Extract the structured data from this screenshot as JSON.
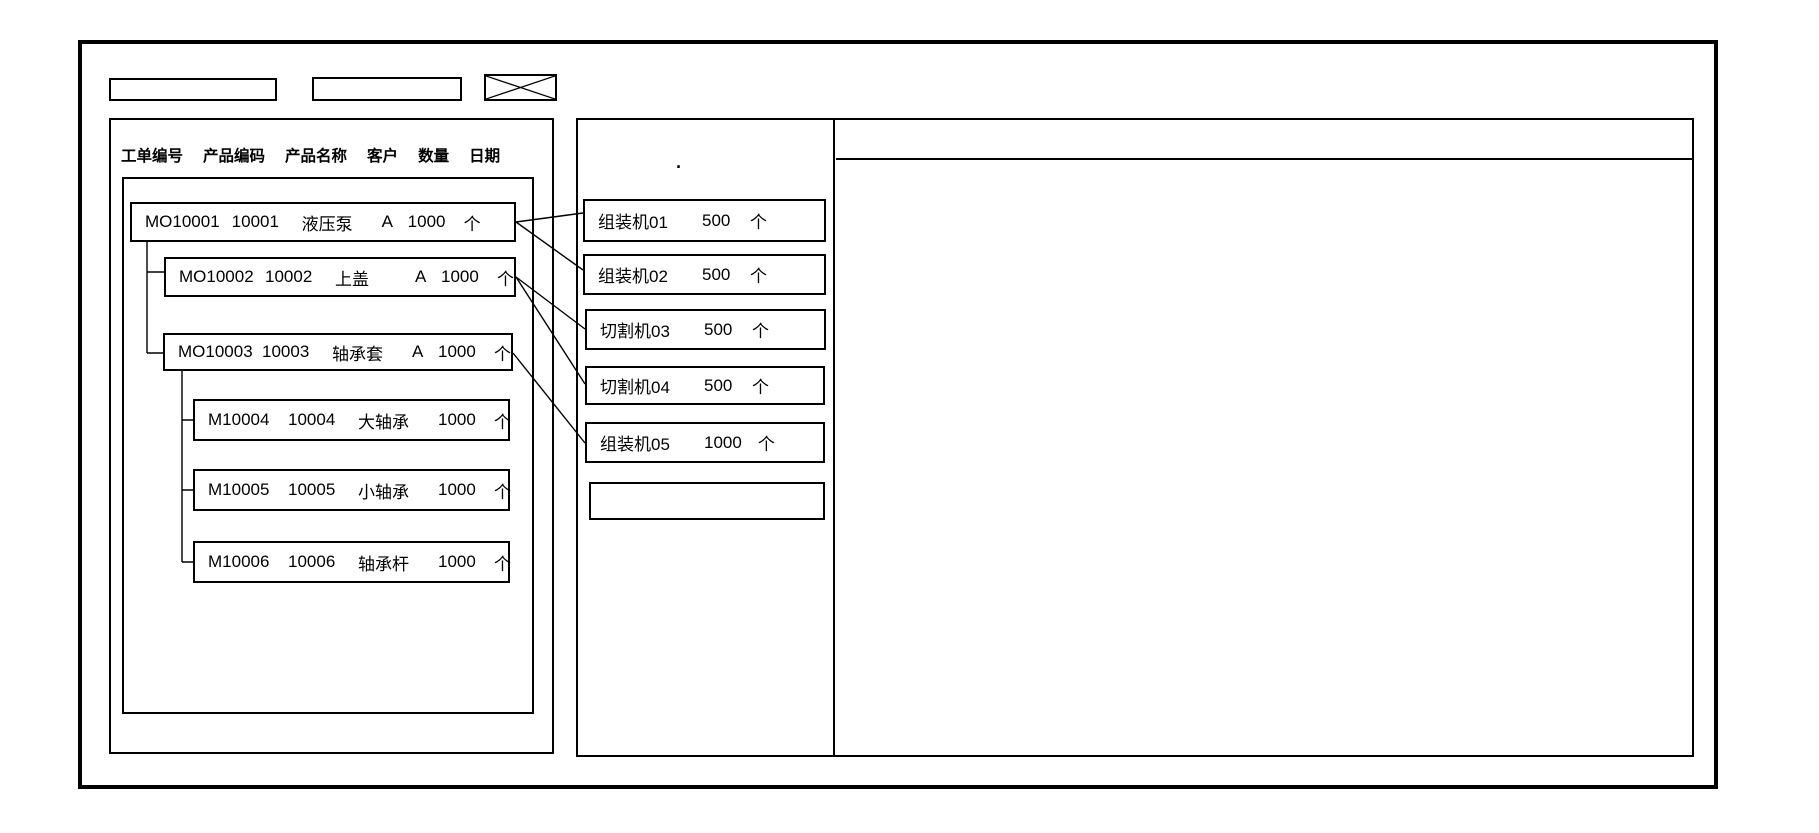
{
  "colors": {
    "line": "#000000",
    "background": "#ffffff"
  },
  "toolbar": {
    "field1_value": "",
    "field2_value": ""
  },
  "left_panel": {
    "columns": [
      "工单编号",
      "产品编码",
      "产品名称",
      "客户",
      "数量",
      "日期"
    ],
    "orders": [
      {
        "order_no": "MO10001",
        "product_code": "10001",
        "product_name": "液压泵",
        "customer": "A",
        "qty": "1000",
        "unit": "个"
      },
      {
        "order_no": "MO10002",
        "product_code": "10002",
        "product_name": "上盖",
        "customer": "A",
        "qty": "1000",
        "unit": "个"
      },
      {
        "order_no": "MO10003",
        "product_code": "10003",
        "product_name": "轴承套",
        "customer": "A",
        "qty": "1000",
        "unit": "个"
      },
      {
        "order_no": "M10004",
        "product_code": "10004",
        "product_name": "大轴承",
        "customer": "",
        "qty": "1000",
        "unit": "个"
      },
      {
        "order_no": "M10005",
        "product_code": "10005",
        "product_name": "小轴承",
        "customer": "",
        "qty": "1000",
        "unit": "个"
      },
      {
        "order_no": "M10006",
        "product_code": "10006",
        "product_name": "轴承杆",
        "customer": "",
        "qty": "1000",
        "unit": "个"
      }
    ]
  },
  "machine_panel": {
    "dot": ".",
    "machines": [
      {
        "name": "组装机01",
        "qty": "500",
        "unit": "个"
      },
      {
        "name": "组装机02",
        "qty": "500",
        "unit": "个"
      },
      {
        "name": "切割机03",
        "qty": "500",
        "unit": "个"
      },
      {
        "name": "切割机04",
        "qty": "500",
        "unit": "个"
      },
      {
        "name": "组装机05",
        "qty": "1000",
        "unit": "个"
      },
      {
        "name": "",
        "qty": "",
        "unit": ""
      }
    ]
  },
  "connections": [
    {
      "from": "MO10001",
      "to": "组装机01"
    },
    {
      "from": "MO10001",
      "to": "组装机02"
    },
    {
      "from": "MO10002",
      "to": "切割机03"
    },
    {
      "from": "MO10002",
      "to": "切割机04"
    },
    {
      "from": "MO10003",
      "to": "组装机05"
    }
  ]
}
